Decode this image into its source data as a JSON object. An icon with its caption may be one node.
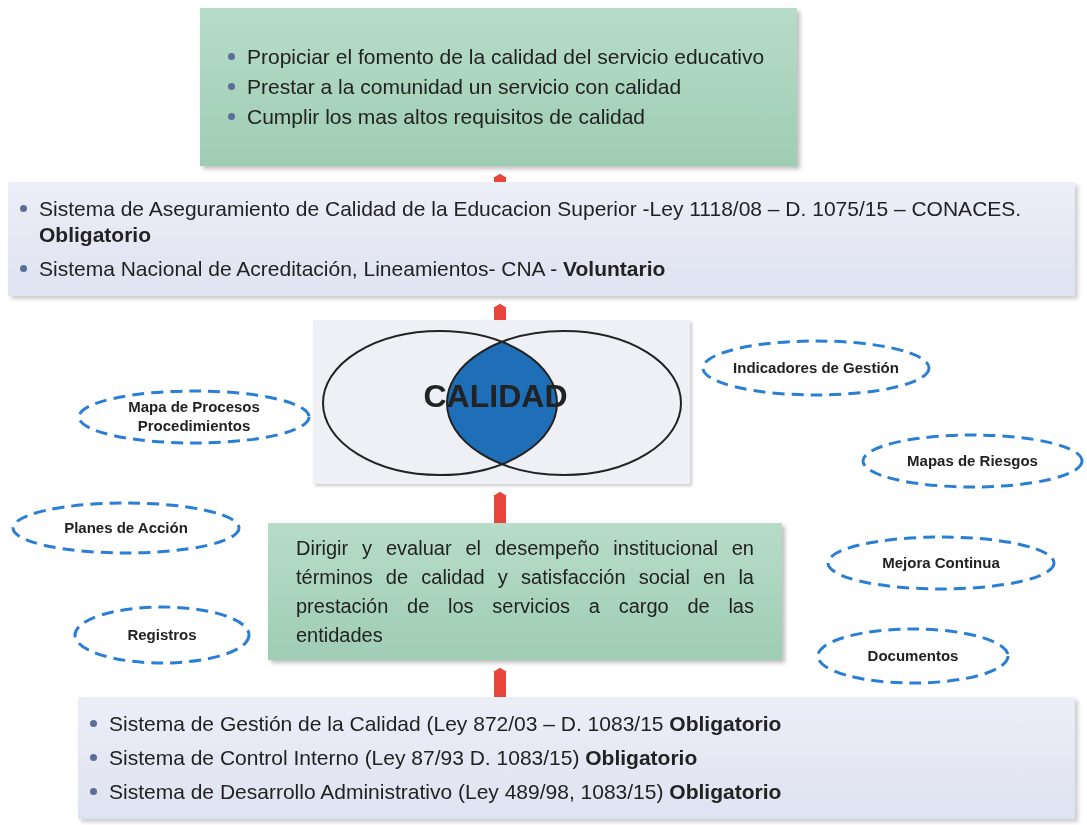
{
  "diagram": {
    "nodes": [
      {
        "text": [
          "Propiciar el fomento de la calidad del servicio educativo",
          "Prestar a la comunidad un servicio con calidad",
          "Cumplir los mas altos requisitos de calidad"
        ]
      },
      {
        "text": [
          "Sistema de Aseguramiento de Calidad de la Educacion Superior  -Ley 1118/08 – D. 1075/15 – CONACES.    **Obligatorio**",
          "Sistema Nacional de Acreditación,  Lineamientos-  CNA - **Voluntario**"
        ]
      },
      {
        "text": [
          "CALIDAD"
        ]
      },
      {
        "text": [
          "Dirigir y evaluar el desempeño institucional en términos de calidad y satisfacción social en la prestación de los servicios a cargo de las entidades"
        ]
      },
      {
        "text": [
          "Sistema de Gestión de la Calidad  (Ley 872/03 – D. 1083/15  **Obligatorio**",
          "Sistema de Control Interno (Ley 87/93 D. 1083/15) **Obligatorio**",
          "Sistema de Desarrollo Administrativo (Ley 489/98, 1083/15) **Obligatorio**"
        ]
      },
      {
        "text": [
          "Mapa de Procesos Procedimientos"
        ]
      },
      {
        "text": [
          "Indicadores de Gestión"
        ]
      },
      {
        "text": [
          "Mapas de Riesgos"
        ]
      },
      {
        "text": [
          "Planes de Acción"
        ]
      },
      {
        "text": [
          "Mejora Continua"
        ]
      },
      {
        "text": [
          "Registros"
        ]
      },
      {
        "text": [
          "Documentos"
        ]
      }
    ],
    "edges": [
      {
        "from": 4,
        "to": 3,
        "arrow": "to"
      },
      {
        "from": 3,
        "to": 2,
        "arrow": "to"
      },
      {
        "from": 2,
        "to": 1,
        "arrow": "to"
      },
      {
        "from": 1,
        "to": 0,
        "arrow": "to"
      }
    ]
  }
}
